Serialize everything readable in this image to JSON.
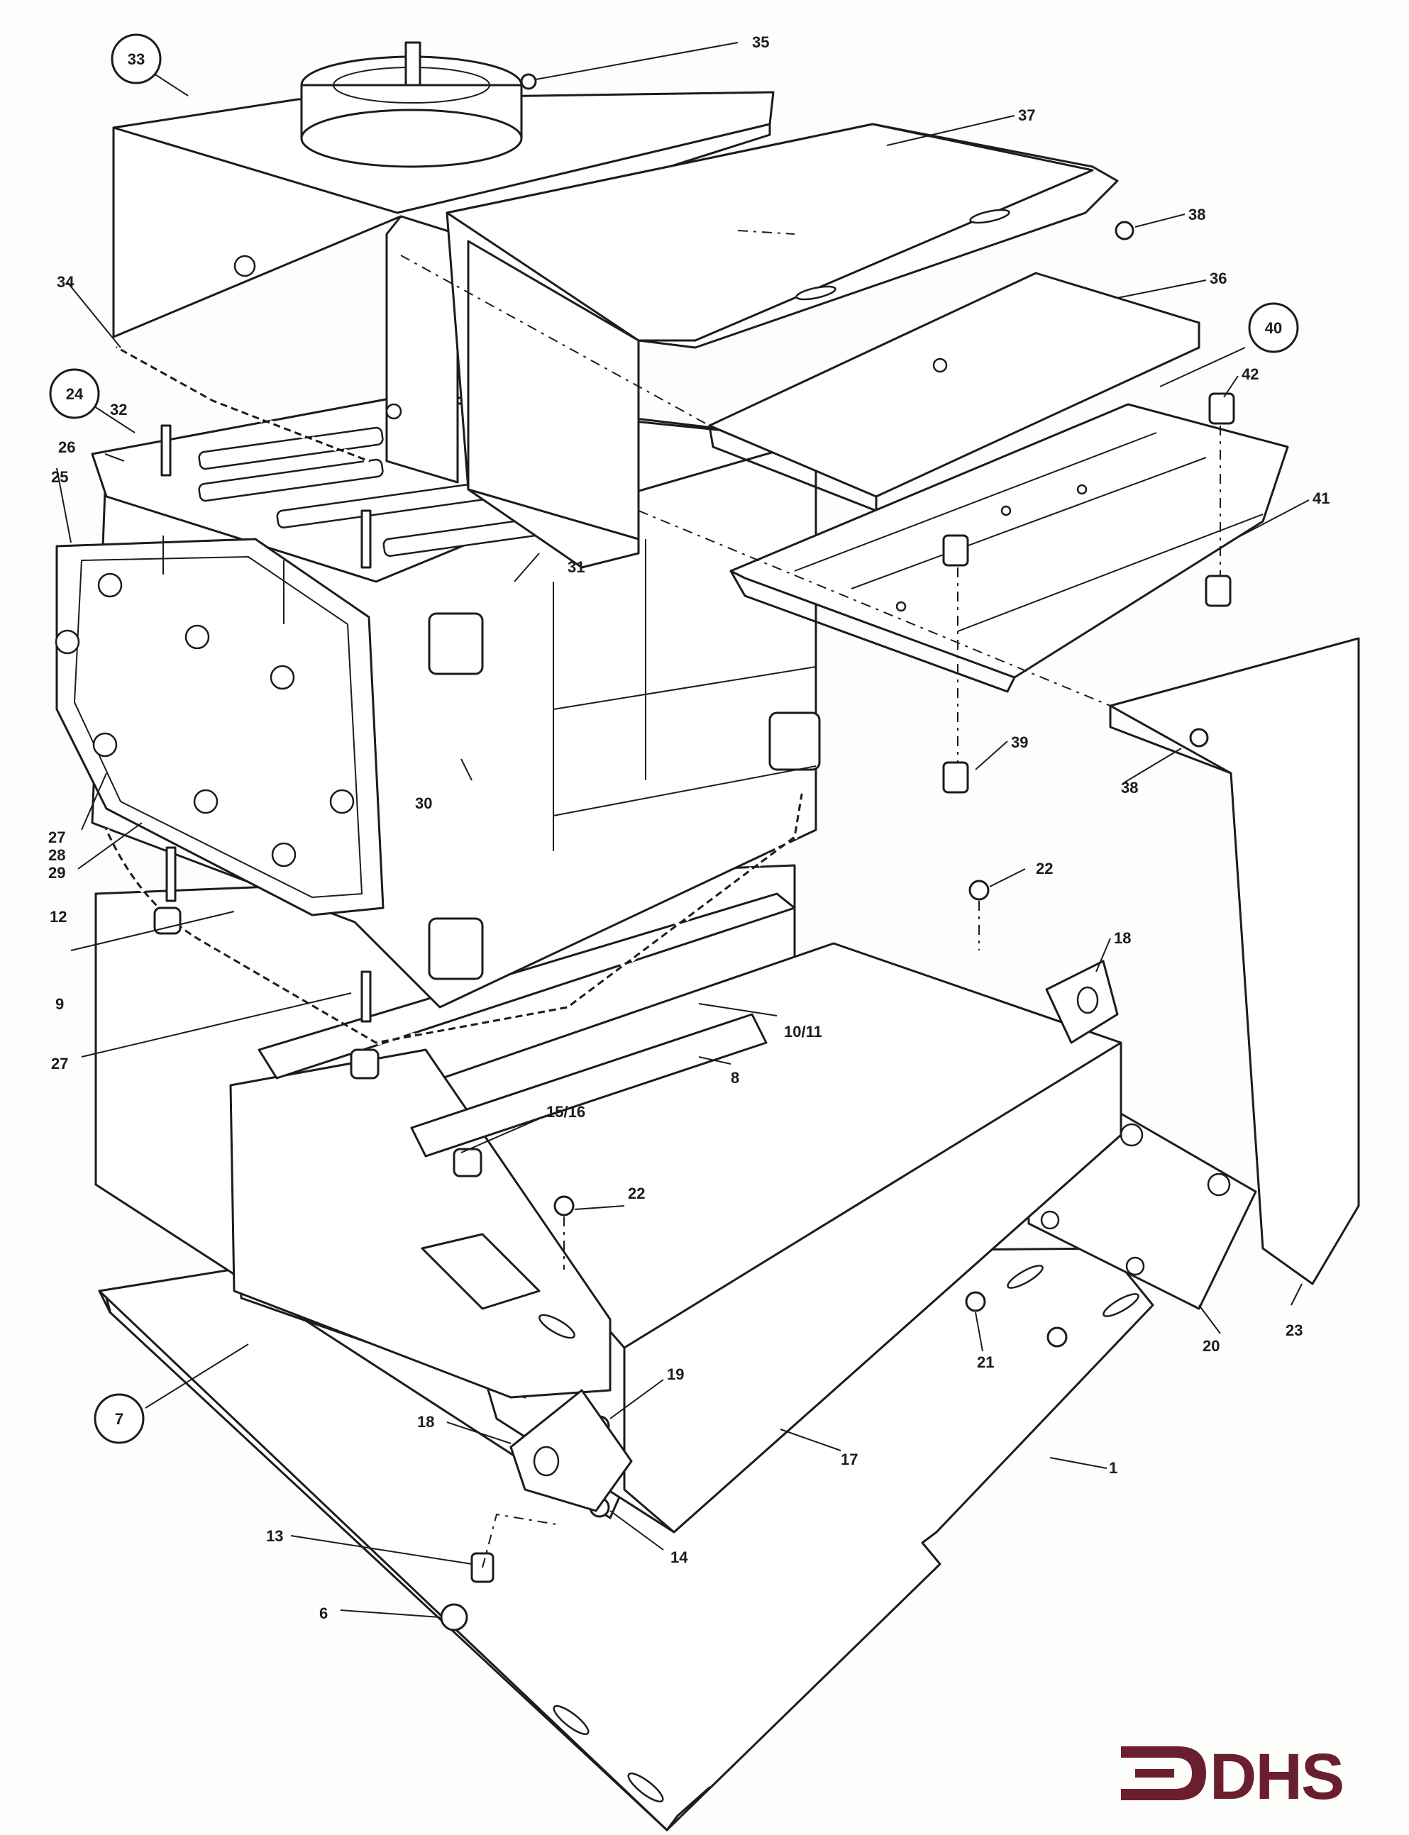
{
  "callouts": {
    "c33": "33",
    "c35": "35",
    "c37": "37",
    "c38a": "38",
    "c36": "36",
    "c40": "40",
    "c42": "42",
    "c41": "41",
    "c34": "34",
    "c24": "24",
    "c32": "32",
    "c26": "26",
    "c25": "25",
    "c31": "31",
    "c30": "30",
    "c39": "39",
    "c38b": "38",
    "c22a": "22",
    "c18a": "18",
    "c27a": "27",
    "c28": "28",
    "c29": "29",
    "c12": "12",
    "c9": "9",
    "c1011": "10/11",
    "c8": "8",
    "c27b": "27",
    "c1516": "15/16",
    "c22b": "22",
    "c7": "7",
    "c19": "19",
    "c18b": "18",
    "c17": "17",
    "c1": "1",
    "c21": "21",
    "c20": "20",
    "c23": "23",
    "c14": "14",
    "c13": "13",
    "c6": "6"
  },
  "logo": {
    "text": "DHS",
    "color": "#6b1f2e"
  }
}
